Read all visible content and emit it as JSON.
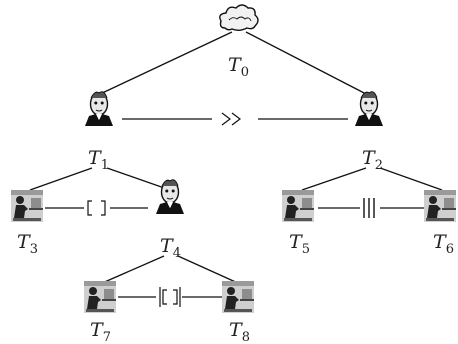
{
  "nodes": {
    "t0": {
      "letter": "T",
      "index": "0",
      "icon": "cloud-icon"
    },
    "t1": {
      "letter": "T",
      "index": "1",
      "icon": "manager-icon"
    },
    "t2": {
      "letter": "T",
      "index": "2",
      "icon": "manager-icon"
    },
    "t3": {
      "letter": "T",
      "index": "3",
      "icon": "worker-at-desk-icon"
    },
    "t4": {
      "letter": "T",
      "index": "4",
      "icon": "manager-icon"
    },
    "t5": {
      "letter": "T",
      "index": "5",
      "icon": "worker-at-desk-icon"
    },
    "t6": {
      "letter": "T",
      "index": "6",
      "icon": "worker-at-desk-icon"
    },
    "t7": {
      "letter": "T",
      "index": "7",
      "icon": "worker-at-desk-icon"
    },
    "t8": {
      "letter": "T",
      "index": "8",
      "icon": "worker-at-desk-icon"
    }
  },
  "operators": {
    "enable": {
      "symbol": "≫",
      "between": [
        "T1",
        "T2"
      ]
    },
    "choice": {
      "symbol": "[ ]",
      "between": [
        "T3",
        "T4"
      ]
    },
    "parallel": {
      "symbol": "|||",
      "between": [
        "T5",
        "T6"
      ]
    },
    "sync": {
      "symbol": "|[]|",
      "between": [
        "T7",
        "T8"
      ]
    }
  },
  "edges": [
    [
      "T0",
      "T1"
    ],
    [
      "T0",
      "T2"
    ],
    [
      "T1",
      "T3"
    ],
    [
      "T1",
      "T4"
    ],
    [
      "T2",
      "T5"
    ],
    [
      "T2",
      "T6"
    ],
    [
      "T4",
      "T7"
    ],
    [
      "T4",
      "T8"
    ]
  ]
}
